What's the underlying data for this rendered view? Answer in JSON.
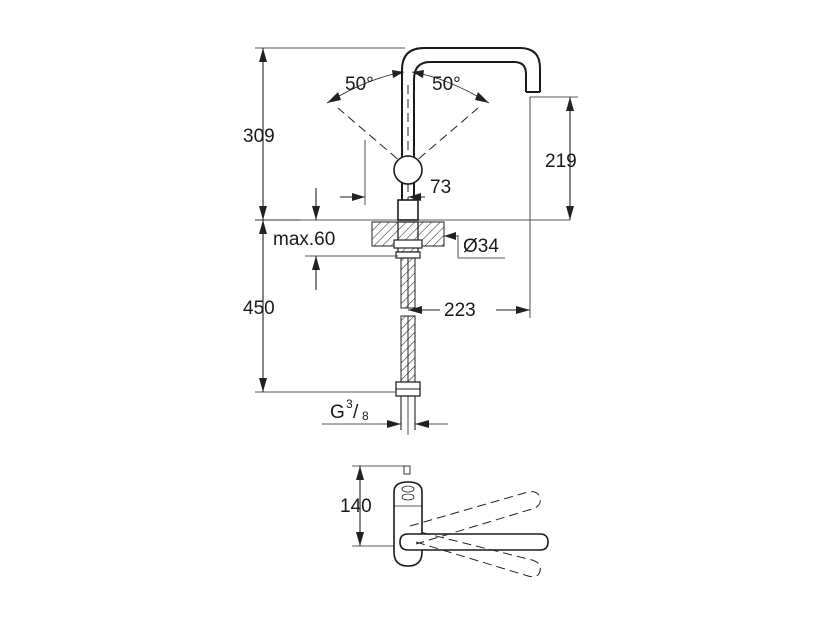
{
  "dimensions": {
    "total_height": "309",
    "spout_height": "219",
    "swivel_left": "50°",
    "swivel_right": "50°",
    "handle_offset": "73",
    "max_thickness": "max.60",
    "hole_diameter": "Ø34",
    "spout_reach": "223",
    "hose_length": "450",
    "thread_main": "G",
    "thread_num": "3",
    "thread_slash": "/",
    "thread_den": "8",
    "top_depth": "140"
  }
}
